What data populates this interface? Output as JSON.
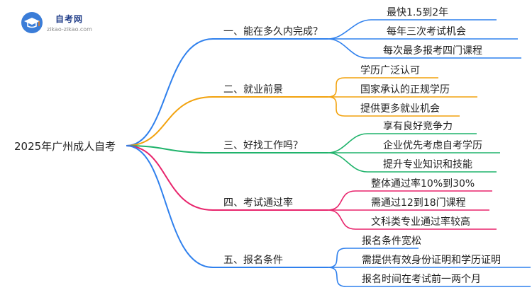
{
  "logo": {
    "title": "自考网",
    "subtitle": "zikao-zikao.com"
  },
  "root": {
    "label": "2025年广州成人自考"
  },
  "branches": [
    {
      "label": "一、能在多久内完成？",
      "color": "#2f80ed",
      "children": [
        "最快1.5到2年",
        "每年三次考试机会",
        "每次最多报考四门课程"
      ]
    },
    {
      "label": "二、就业前景",
      "color": "#f2a20d",
      "children": [
        "学历广泛认可",
        "国家承认的正规学历",
        "提供更多就业机会"
      ]
    },
    {
      "label": "三、好找工作吗？",
      "color": "#1fb36b",
      "children": [
        "享有良好竞争力",
        "企业优先考虑自考学历",
        "提升专业知识和技能"
      ]
    },
    {
      "label": "四、考试通过率",
      "color": "#e8246c",
      "children": [
        "整体通过率10%到30%",
        "需通过12到18门课程",
        "文科类专业通过率较高"
      ]
    },
    {
      "label": "五、报名条件",
      "color": "#2f80ed",
      "children": [
        "报名条件宽松",
        "需提供有效身份证明和学历证明",
        "报名时间在考试前一两个月"
      ]
    }
  ]
}
